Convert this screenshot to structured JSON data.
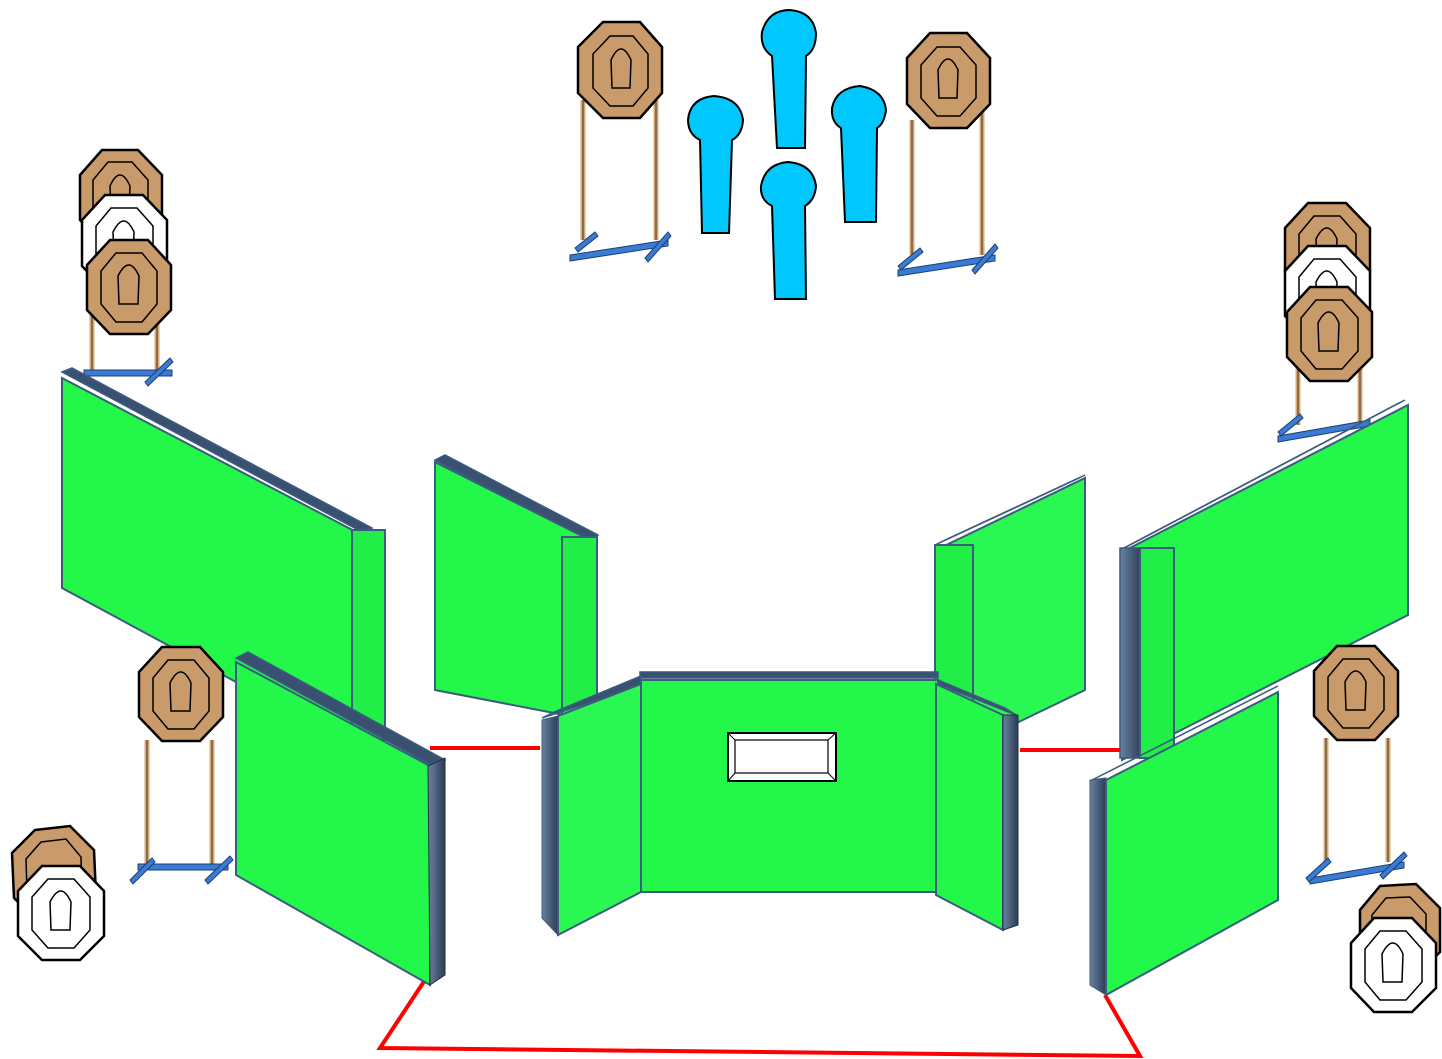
{
  "diagram": {
    "kind": "shooting stage layout",
    "colors": {
      "background": "#ffffff",
      "wall_front": "#22f74a",
      "wall_edge": "#4a6a8a",
      "wall_stroke": "#3a5c7e",
      "target_brown": "#c99a6a",
      "target_white": "#ffffff",
      "popper_blue": "#00c8ff",
      "stand_blue": "#3a7bd5",
      "stand_post": "#d9a870",
      "fault_line": "#ff0000"
    },
    "elements": {
      "paper_target_stand_count": 6,
      "overlapping_target_group_count": 4,
      "steel_popper_count": 4,
      "barricade_wall_count": 7,
      "center_port_count": 1,
      "shooting_area_outline": "red fault line"
    },
    "icons": [
      "steel-target-icon",
      "no-shoot-target-icon",
      "popper-icon",
      "target-stand-icon"
    ]
  }
}
